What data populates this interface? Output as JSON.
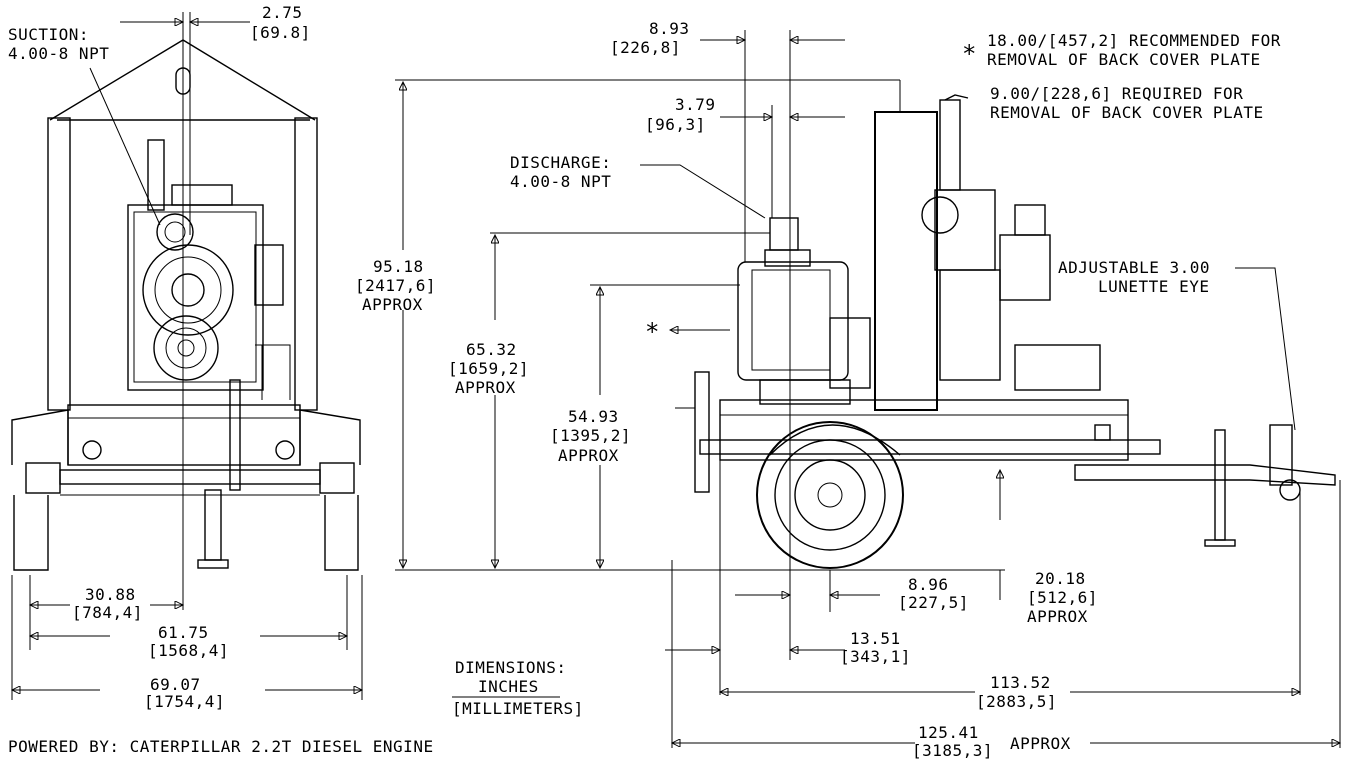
{
  "front": {
    "suction_label": "SUCTION:",
    "suction_spec": "4.00-8 NPT",
    "dim_top_in": "2.75",
    "dim_top_mm": "[69.8]",
    "dim_30_in": "30.88",
    "dim_30_mm": "[784,4]",
    "dim_61_in": "61.75",
    "dim_61_mm": "[1568,4]",
    "dim_69_in": "69.07",
    "dim_69_mm": "[1754,4]"
  },
  "side": {
    "dim_893_in": "8.93",
    "dim_893_mm": "[226,8]",
    "dim_379_in": "3.79",
    "dim_379_mm": "[96,3]",
    "discharge_label": "DISCHARGE:",
    "discharge_spec": "4.00-8 NPT",
    "dim_9518_in": "95.18",
    "dim_9518_mm": "[2417,6]",
    "approx": "APPROX",
    "dim_6532_in": "65.32",
    "dim_6532_mm": "[1659,2]",
    "dim_5493_in": "54.93",
    "dim_5493_mm": "[1395,2]",
    "asterisk": "*",
    "dim_896_in": "8.96",
    "dim_896_mm": "[227,5]",
    "dim_2018_in": "20.18",
    "dim_2018_mm": "[512,6]",
    "dim_1351_in": "13.51",
    "dim_1351_mm": "[343,1]",
    "dim_11352_in": "113.52",
    "dim_11352_mm": "[2883,5]",
    "dim_12541_in": "125.41",
    "dim_12541_mm": "[3185,3]",
    "lunette_line1": "ADJUSTABLE 3.00",
    "lunette_line2": "LUNETTE EYE"
  },
  "notes": {
    "recommended_line1": "18.00/[457,2] RECOMMENDED FOR",
    "recommended_line2": "REMOVAL OF BACK COVER PLATE",
    "required_line1": "9.00/[228,6] REQUIRED FOR",
    "required_line2": "REMOVAL OF BACK COVER PLATE"
  },
  "legend": {
    "title": "DIMENSIONS:",
    "inches": "INCHES",
    "millimeters": "[MILLIMETERS]"
  },
  "footer": {
    "powered_by": "POWERED BY: CATERPILLAR 2.2T DIESEL ENGINE"
  }
}
